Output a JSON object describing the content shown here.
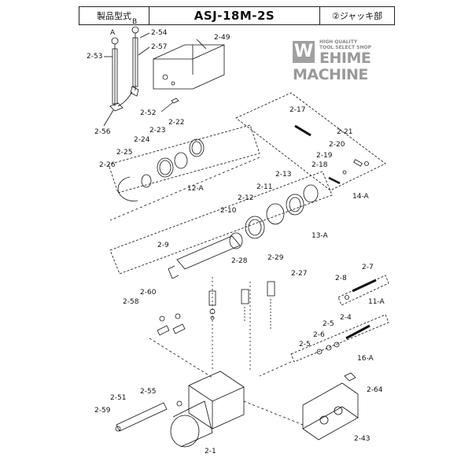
{
  "header": {
    "model_label": "製品型式",
    "model": "ASJ-18M-2S",
    "section": "②ジャッキ部"
  },
  "logo": {
    "tagline1": "HIGH QUALITY",
    "tagline2": "TOOL SELECT SHOP",
    "line1": "EHIME",
    "line2": "MACHINE",
    "mark": "W"
  },
  "callouts": {
    "A": "A",
    "B": "B",
    "p2_54": "2-54",
    "p2_57": "2-57",
    "p2_49": "2-49",
    "p2_53": "2-53",
    "p2_52": "2-52",
    "p2_56": "2-56",
    "p2_17": "2-17",
    "p2_21": "2-21",
    "p2_20": "2-20",
    "p2_19": "2-19",
    "p2_18": "2-18",
    "p2_23": "2-23",
    "p2_22": "2-22",
    "p2_24": "2-24",
    "p2_25": "2-25",
    "p2_26": "2-26",
    "p12_A": "12-A",
    "p2_13": "2-13",
    "p2_11": "2-11",
    "p2_12": "2-12",
    "p2_10": "2-10",
    "p14_A": "14-A",
    "p13_A": "13-A",
    "p2_9": "2-9",
    "p2_28": "2-28",
    "p2_29": "2-29",
    "p2_27": "2-27",
    "p2_8": "2-8",
    "p2_7": "2-7",
    "p11_A": "11-A",
    "p2_60": "2-60",
    "p2_58": "2-58",
    "p2_4": "2-4",
    "p2_5a": "2-5",
    "p2_6": "2-6",
    "p2_5b": "2-5",
    "p16_A": "16-A",
    "p2_64": "2-64",
    "p2_55": "2-55",
    "p2_51": "2-51",
    "p2_59": "2-59",
    "p2_43": "2-43",
    "p2_1": "2-1"
  }
}
